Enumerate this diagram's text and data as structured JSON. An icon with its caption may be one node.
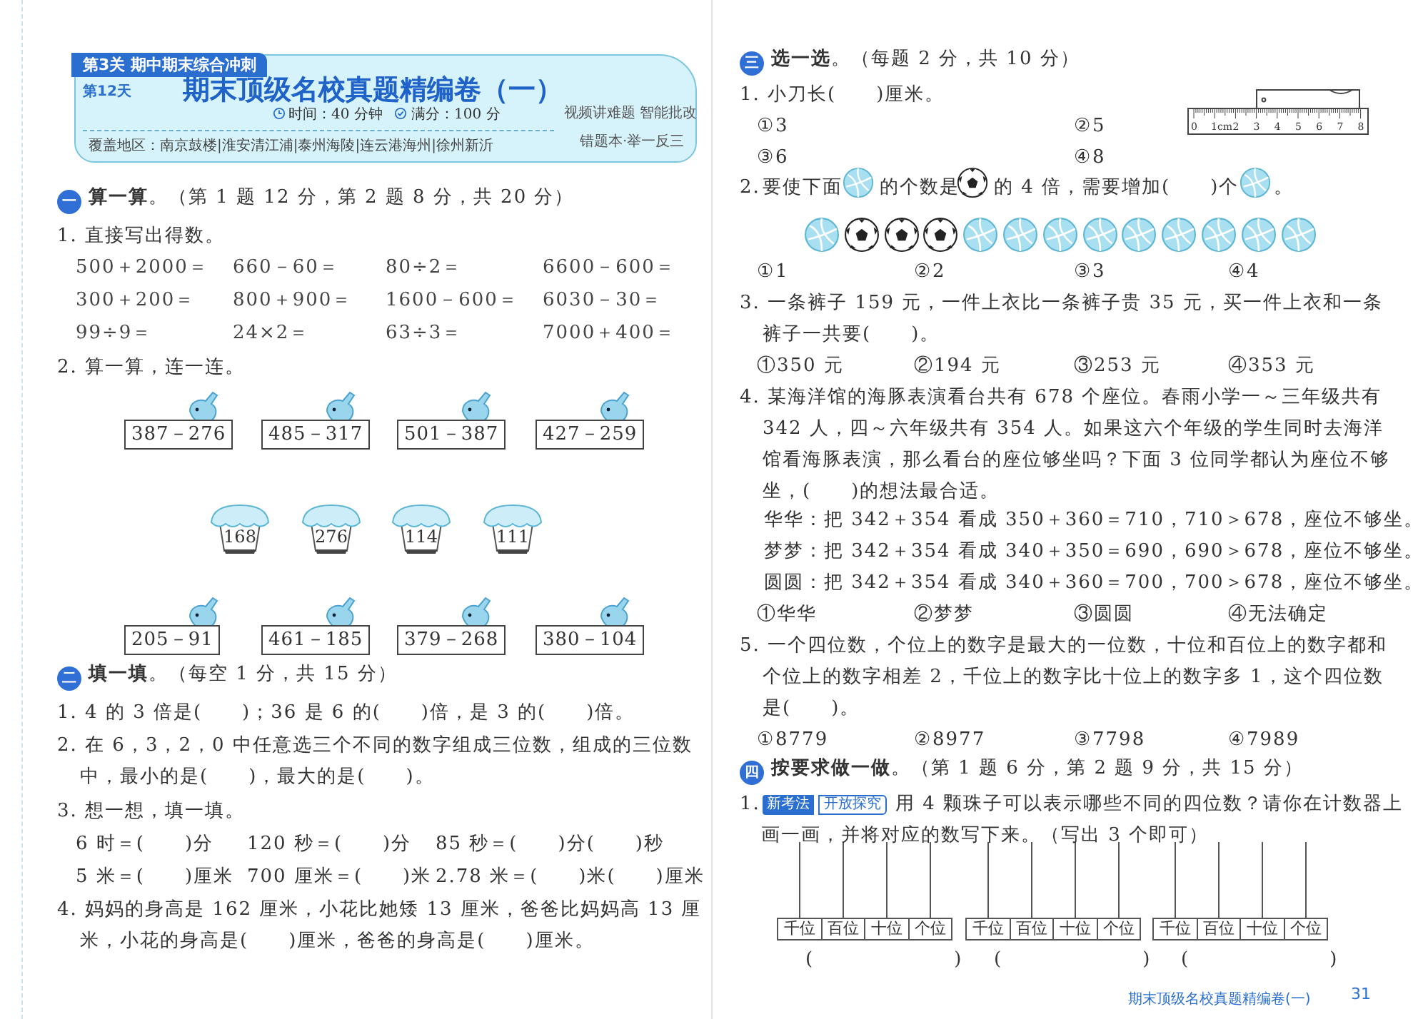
{
  "diagram": {
    "title": "期末顶级名校真题精编卷（一）",
    "nodes": [
      {
        "text": [
          "387－276"
        ]
      },
      {
        "text": [
          "485－317"
        ]
      },
      {
        "text": [
          "501－387"
        ]
      },
      {
        "text": [
          "427－259"
        ]
      },
      {
        "text": [
          "168"
        ]
      },
      {
        "text": [
          "276"
        ]
      },
      {
        "text": [
          "114"
        ]
      },
      {
        "text": [
          "111"
        ]
      },
      {
        "text": [
          "205－91"
        ]
      },
      {
        "text": [
          "461－185"
        ]
      },
      {
        "text": [
          "379－268"
        ]
      },
      {
        "text": [
          "380－104"
        ]
      }
    ],
    "labels": [
      "第3关 期中期末综合冲刺",
      "第12天",
      "时间：40 分钟",
      "满分：100 分",
      "覆盖地区：南京鼓楼|淮安清江浦|泰州海陵|连云港海州|徐州新沂",
      "视频讲难题",
      "智能批改",
      "错题本·举一反三",
      "一",
      "**算一算**。（第 1 题 12 分，第 2 题 8 分，共 20 分）",
      "1. 直接写出得数。",
      "500＋2000＝",
      "660－60＝",
      "80÷2＝",
      "6600－600＝",
      "300＋200＝",
      "800＋900＝",
      "1600－600＝",
      "6030－30＝",
      "99÷9＝",
      "24×2＝",
      "63÷3＝",
      "7000＋400＝",
      "2. 算一算，连一连。",
      "二",
      "**填一填**。（每空 1 分，共 15 分）",
      "1. 4 的 3 倍是(　　)；36 是 6 的(　　)倍，是 3 的(　　)倍。",
      "2. 在 6，3，2，0 中任意选三个不同的数字组成三位数，组成的三位数中，最小的是(　　)，最大的是(　　)。",
      "3. 想一想，填一填。",
      "6 时＝(　　)分",
      "120 秒＝(　　)分",
      "85 秒＝(　　)分(　　)秒",
      "5 米＝(　　)厘米",
      "700 厘米＝(　　)米",
      "2.78 米＝(　　)米(　　)厘米",
      "4. 妈妈的身高是 162 厘米，小花比她矮 13 厘米，爸爸比妈妈高 13 厘米，小花的身高是(　　)厘米，爸爸的身高是(　　)厘米。",
      "三",
      "**选一选**。（每题 2 分，共 10 分）",
      "1. 小刀长(　　)厘米。",
      "①3",
      "②5",
      "③6",
      "④8",
      "0",
      "1cm",
      "2",
      "3",
      "4",
      "5",
      "6",
      "7",
      "8",
      "2.",
      "要使下面",
      "的个数是",
      "的 4 倍，需要增加(　　)个",
      "。",
      "①1",
      "②2",
      "③3",
      "④4",
      "3. 一条裤子 159 元，一件上衣比一条裤子贵 35 元，买一件上衣和一条裤子一共要(　　)。",
      "①350 元",
      "②194 元",
      "③253 元",
      "④353 元",
      "4. 某海洋馆的海豚表演看台共有 678 个座位。春雨小学一～三年级共有 342 人，四～六年级共有 354 人。如果这六个年级的学生同时去海洋馆看海豚表演，那么看台的座位够坐吗？下面 3 位同学都认为座位不够坐，(　　)的想法最合适。",
      "华华：把 342＋354 看成 350＋360＝710，710＞678，座位不够坐。",
      "梦梦：把 342＋354 看成 340＋350＝690，690＞678，座位不够坐。",
      "圆圆：把 342＋354 看成 340＋360＝700，700＞678，座位不够坐。",
      "①华华",
      "②梦梦",
      "③圆圆",
      "④无法确定",
      "5. 一个四位数，个位上的数字是最大的一位数，十位和百位上的数字都和个位上的数字相差 2，千位上的数字比十位上的数字多 1，这个四位数是(　　)。",
      "①8779",
      "②8977",
      "③7798",
      "④7989",
      "四",
      "**按要求做一做**。（第 1 题 6 分，第 2 题 9 分，共 15 分）",
      "1.",
      "新考法",
      "开放探究",
      "用 4 颗珠子可以表示哪些不同的四位数？请你在计数器上画一画，并将对应的数写下来。（写出 3 个即可）",
      "千位",
      "百位",
      "十位",
      "个位",
      "千位",
      "百位",
      "十位",
      "个位",
      "千位",
      "百位",
      "十位",
      "个位",
      "(　　　　　　　)",
      "(　　　　　　　)",
      "(　　　　　　　)",
      "期末顶级名校真题精编卷(一)",
      "31"
    ]
  }
}
